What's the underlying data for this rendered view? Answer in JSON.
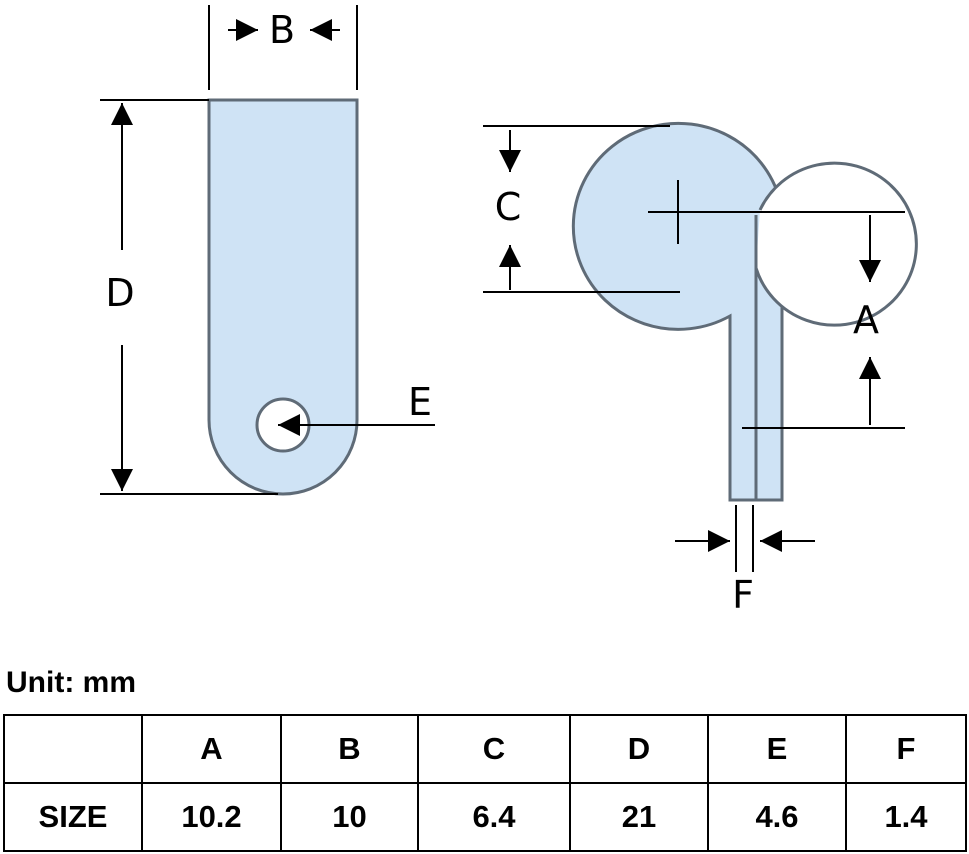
{
  "colors": {
    "part_fill": "#cfe3f5",
    "part_stroke": "#5f6b77",
    "line": "#000000"
  },
  "diagram": {
    "labels": {
      "a": "A",
      "b": "B",
      "c": "C",
      "d": "D",
      "e": "E",
      "f": "F"
    }
  },
  "unit": "Unit: mm",
  "table": {
    "headers": [
      "",
      "A",
      "B",
      "C",
      "D",
      "E",
      "F"
    ],
    "row_label": "SIZE",
    "values": [
      "10.2",
      "10",
      "6.4",
      "21",
      "4.6",
      "1.4"
    ]
  }
}
